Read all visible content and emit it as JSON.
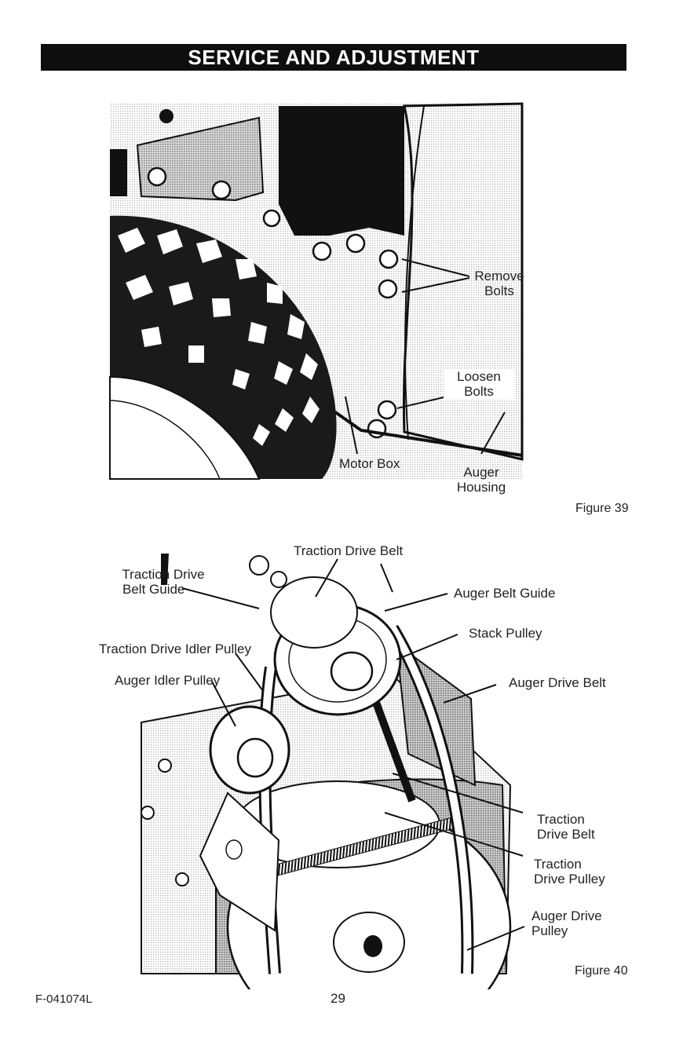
{
  "header": {
    "title": "SERVICE AND ADJUSTMENT"
  },
  "figure39": {
    "caption": "Figure 39",
    "labels": {
      "remove_bolts": [
        "Remove",
        "Bolts"
      ],
      "loosen_bolts": [
        "Loosen",
        "Bolts"
      ],
      "motor_box": "Motor Box",
      "auger_housing": [
        "Auger",
        "Housing"
      ]
    }
  },
  "figure40": {
    "caption": "Figure 40",
    "labels": {
      "traction_drive_belt_top": "Traction Drive Belt",
      "traction_drive_belt_guide": [
        "Traction Drive",
        "Belt Guide"
      ],
      "auger_belt_guide": "Auger Belt Guide",
      "stack_pulley": "Stack Pulley",
      "traction_drive_idler_pulley": "Traction Drive Idler Pulley",
      "auger_idler_pulley": "Auger Idler Pulley",
      "auger_drive_belt": "Auger Drive Belt",
      "traction_drive_belt_right": [
        "Traction",
        "Drive Belt"
      ],
      "traction_drive_pulley": [
        "Traction",
        "Drive Pulley"
      ],
      "auger_drive_pulley": [
        "Auger Drive",
        "Pulley"
      ]
    }
  },
  "footer": {
    "doc_number": "F-041074L",
    "page_number": "29"
  }
}
